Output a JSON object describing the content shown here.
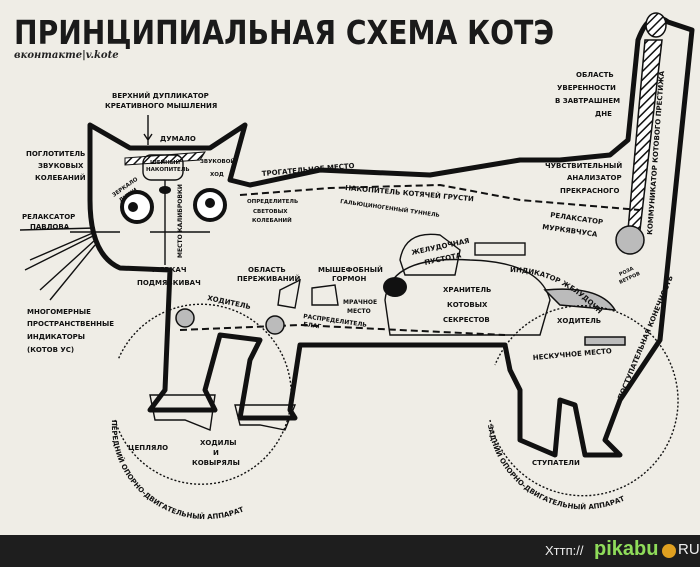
{
  "title": "Принципиальная схема котэ",
  "subtitle": "вконтакте|v.kote",
  "labels": {
    "duplicator": [
      "Верхний дупликатор",
      "креативного мышления"
    ],
    "dumalo": "Думало",
    "sound_absorber": [
      "Поглотитель",
      "звуковых",
      "колебаний"
    ],
    "neck_storage": [
      "Шейный",
      "накопитель"
    ],
    "sound_passage": [
      "Звуковой",
      "ход"
    ],
    "soul_mirror": [
      "Зеркало",
      "души"
    ],
    "pavlov_relaxer": [
      "Релаксатор",
      "Павлова"
    ],
    "calibration": "Место калибровки",
    "light_detector": [
      "Определитель",
      "световых",
      "колебаний"
    ],
    "touching_place": "Трогательное место",
    "sadness_storage": "Накопитель котячей грусти",
    "hallucinogenic_tunnel": "Гальюциногенный туннель",
    "confidence_area": [
      "Область",
      "уверенности",
      "в завтрашнем",
      "дне"
    ],
    "beauty_analyzer": [
      "Чувствительный",
      "анализатор",
      "прекрасного"
    ],
    "murk_relaxer": [
      "Релаксатор",
      "муркявчуса"
    ],
    "prestige_communicator": "Коммуникатор котового престижа",
    "stomach_void": [
      "Желудочная",
      "пустота"
    ],
    "stomach_indicator": "Индикатор желудочной пустоты",
    "wind_rose": [
      "Роза",
      "ветров"
    ],
    "meower": "Мявкач",
    "sub_meower": "Подмявкивач",
    "worry_area": [
      "Область",
      "переживаний"
    ],
    "mousephobic_hormone": [
      "Мышефобный",
      "гормон"
    ],
    "whiskers": [
      "Многомерные",
      "пространственные",
      "индикаторы",
      "(котов ус)"
    ],
    "walker_front": "Ходитель",
    "gloomy_place": [
      "Мрачное",
      "место"
    ],
    "goods_distributor": [
      "Распределитель",
      "благ"
    ],
    "secrets_keeper": [
      "Хранитель",
      "котовых",
      "секрестов"
    ],
    "walker_rear": "Ходитель",
    "fun_place": "Нескучное место",
    "progressive_limb": "Поступательная конечность",
    "clinger": "Цепляло",
    "walkers_diggers": [
      "Ходилы",
      "и",
      "ковырялы"
    ],
    "front_apparatus": "Передний опорно-двигательный аппарат",
    "rear_apparatus": "Задний опорно-двигательный аппарат",
    "steppers": "Ступатели"
  },
  "footer": {
    "prefix": "Хттп://",
    "brand": "pikabu",
    "tld": "RU"
  }
}
